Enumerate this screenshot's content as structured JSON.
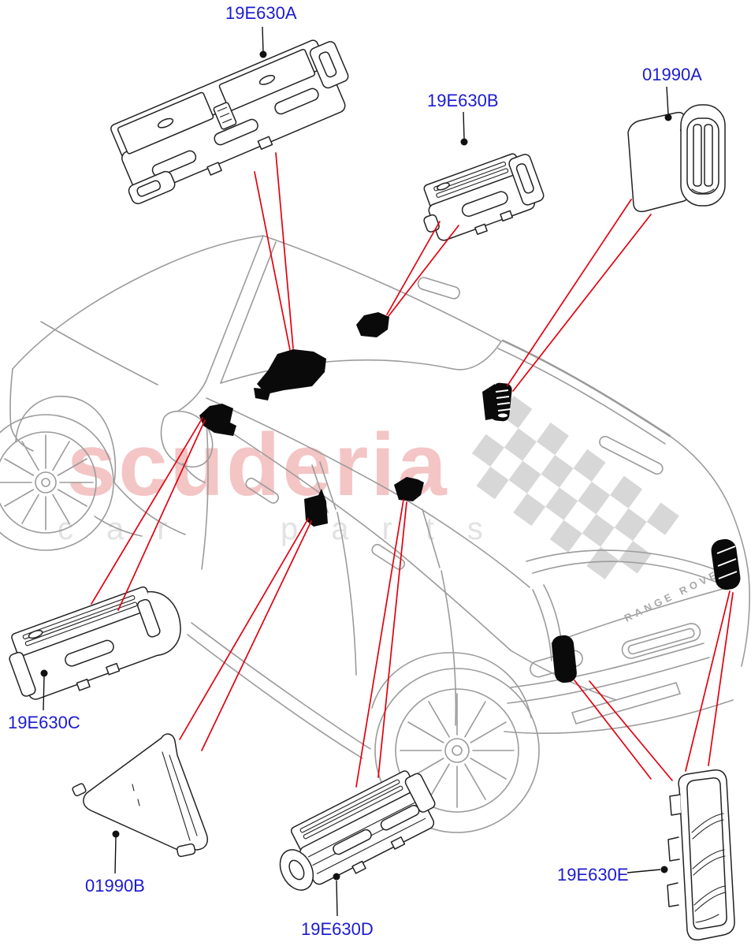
{
  "watermark": {
    "brand": "scuderia",
    "tagline_word1": "car",
    "tagline_word2": "parts"
  },
  "vehicle": {
    "tailgate_badge": "RANGE ROVER"
  },
  "parts": {
    "centre_registers": {
      "label": "19E630A"
    },
    "side_register_rh": {
      "label": "19E630B"
    },
    "duct_rh": {
      "label": "01990A"
    },
    "side_register_lh": {
      "label": "19E630C"
    },
    "duct_lh": {
      "label": "01990B"
    },
    "console_register": {
      "label": "19E630D"
    },
    "extract_vent": {
      "label": "19E630E"
    }
  },
  "colors": {
    "label_blue": "#1b1bd1",
    "leader_red": "#e3000f",
    "leader_black": "#111111",
    "line_art_gray": "#9b9b9b",
    "watermark_pink": "#f3bfbf",
    "watermark_gray": "#e2e2e2",
    "checker_gray": "#d7d7d7",
    "location_black": "#0a0a0a"
  }
}
